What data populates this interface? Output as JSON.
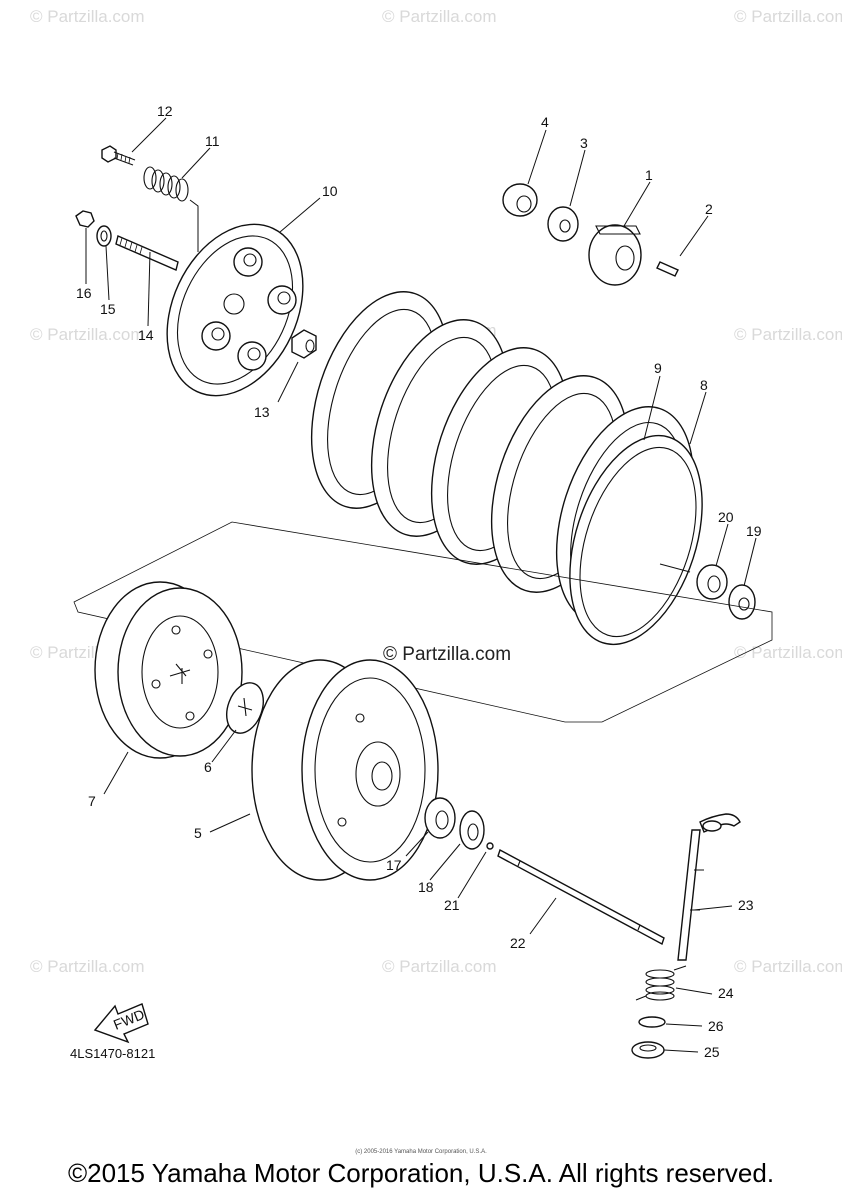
{
  "watermark": "© Partzilla.com",
  "center_watermark": "© Partzilla.com",
  "part_code": "4LS1470-8121",
  "fwd_label": "FWD",
  "small_copyright": "(c) 2005-2016 Yamaha Motor Corporation, U.S.A.",
  "footer": "©2015 Yamaha Motor Corporation, U.S.A. All rights reserved.",
  "callouts": {
    "c1": "1",
    "c2": "2",
    "c3": "3",
    "c4": "4",
    "c5": "5",
    "c6": "6",
    "c7": "7",
    "c8": "8",
    "c9": "9",
    "c10": "10",
    "c11": "11",
    "c12": "12",
    "c13": "13",
    "c14": "14",
    "c15": "15",
    "c16": "16",
    "c17": "17",
    "c18": "18",
    "c19": "19",
    "c20": "20",
    "c21": "21",
    "c22": "22",
    "c23": "23",
    "c24": "24",
    "c25": "25",
    "c26": "26"
  }
}
